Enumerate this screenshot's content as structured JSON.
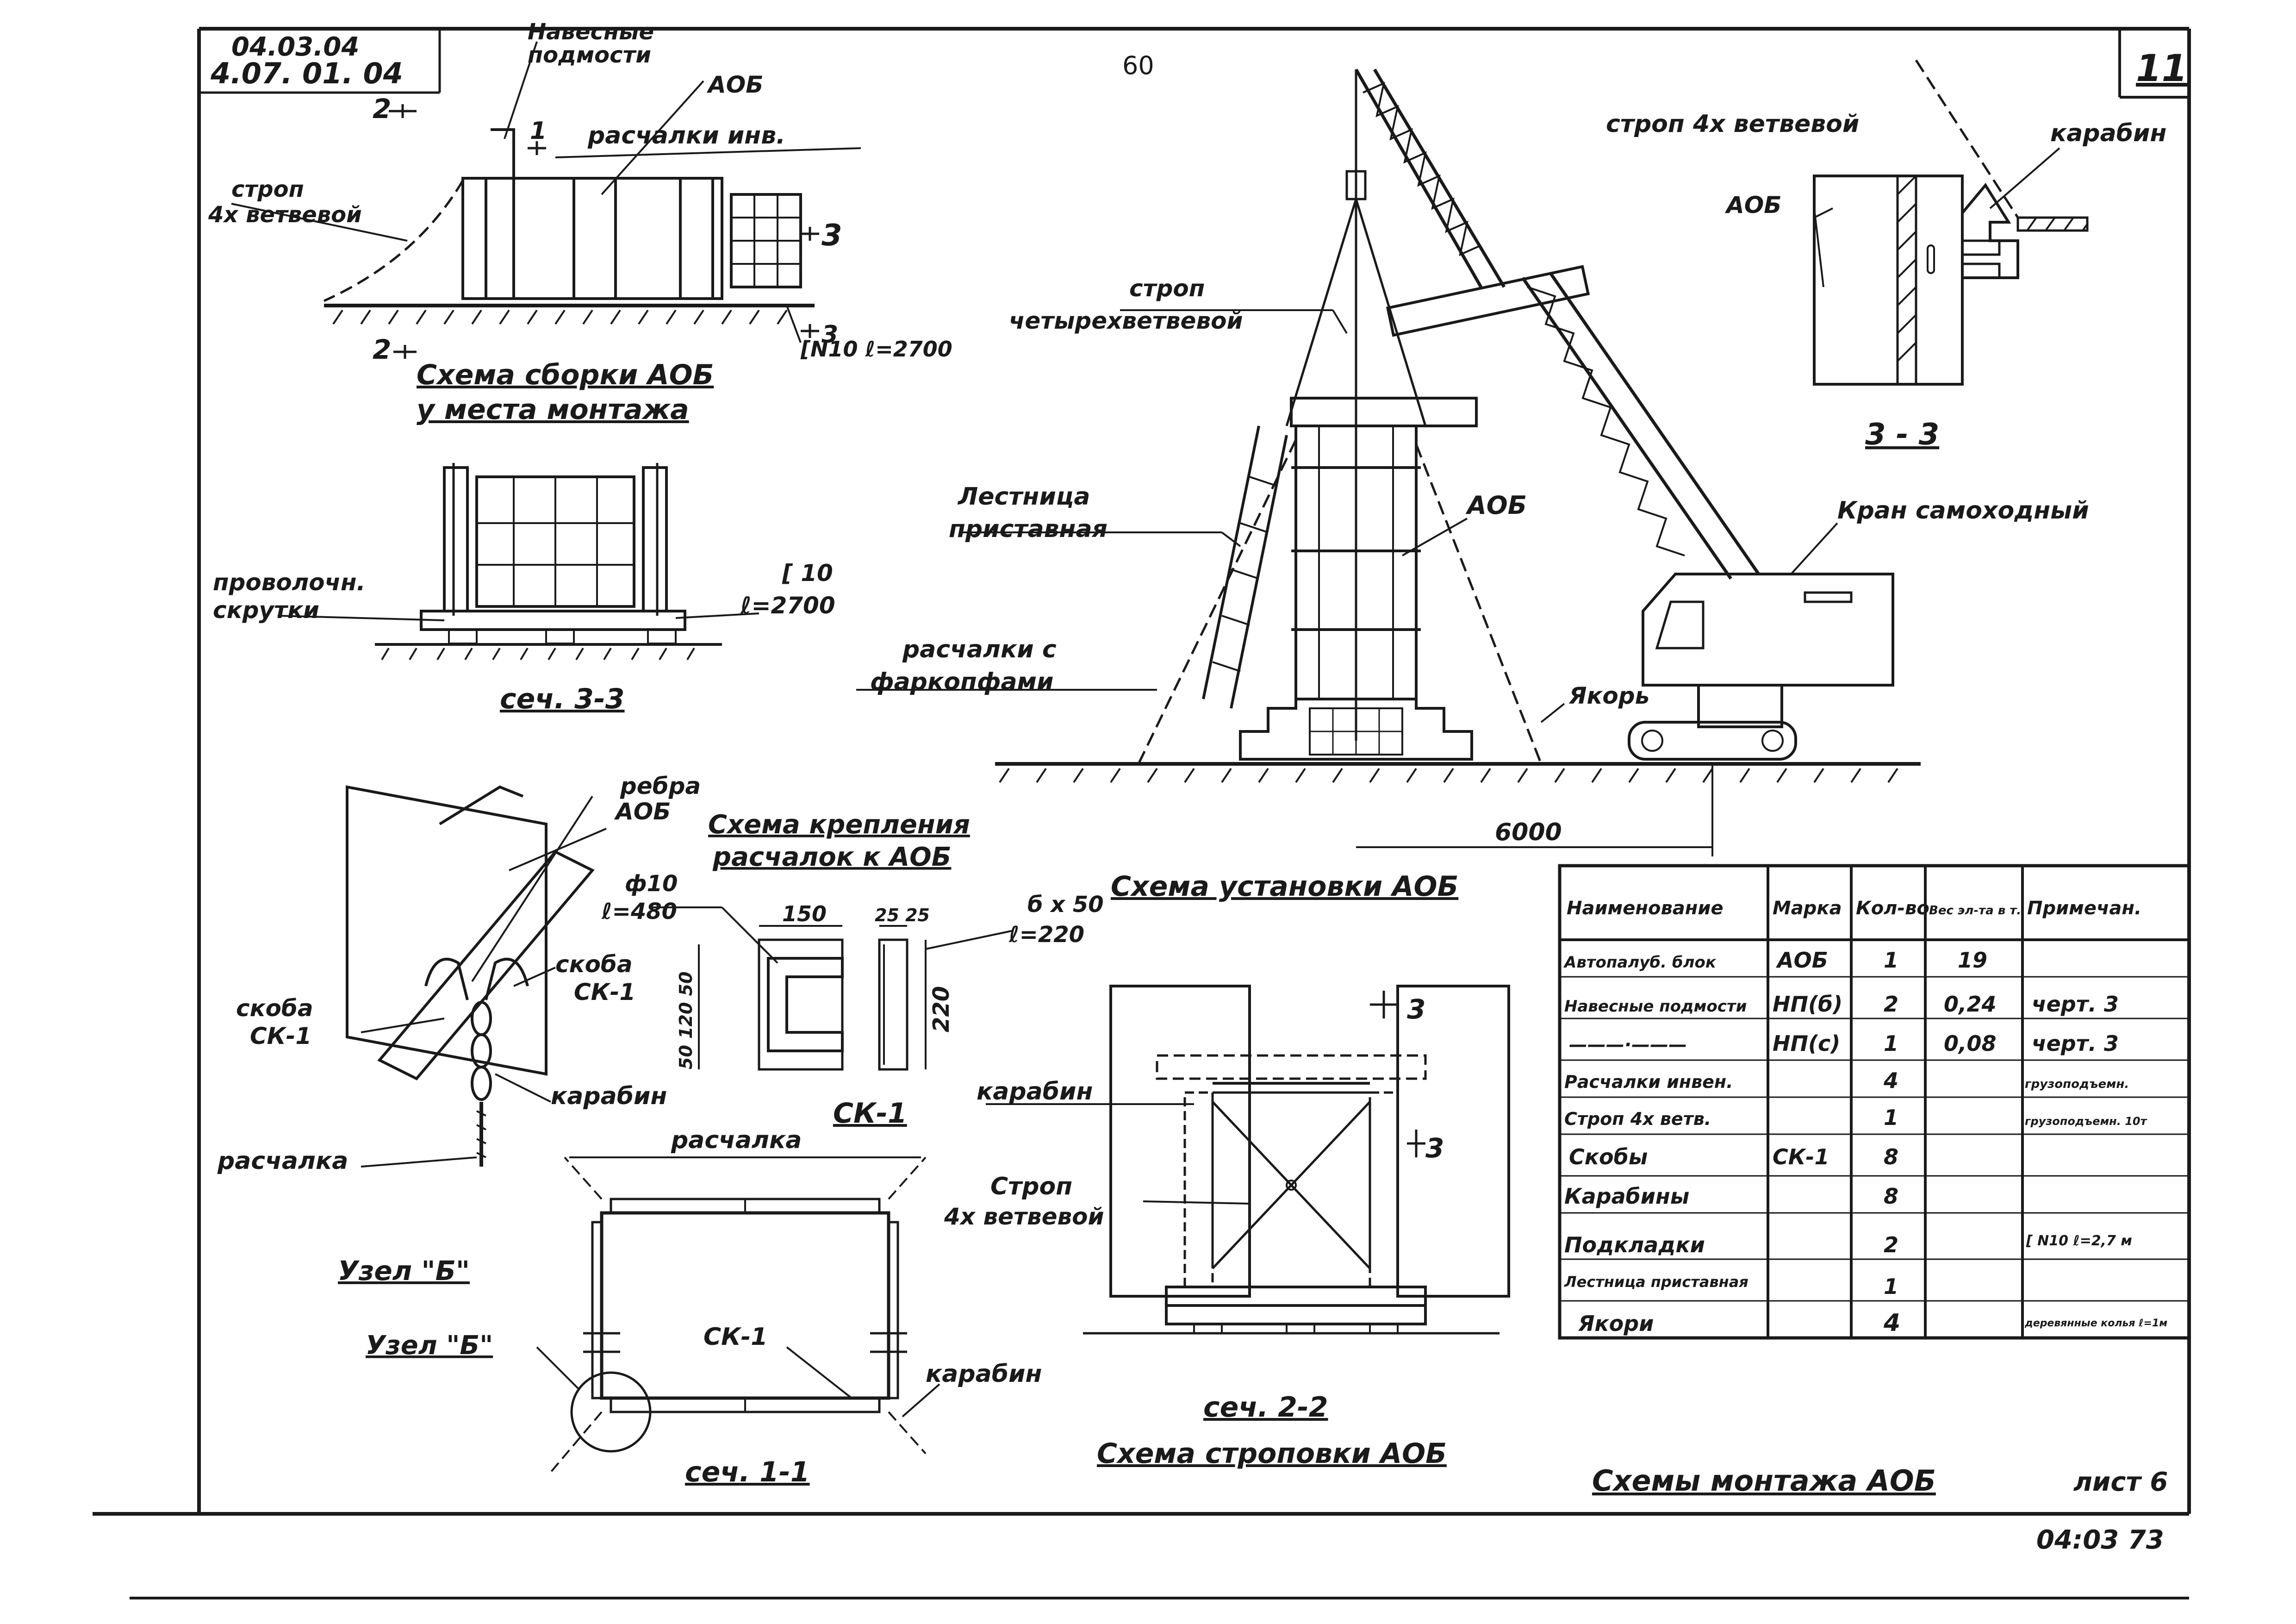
{
  "header": {
    "code_line1": "04.03.04",
    "code_line2": "4.07. 01. 04",
    "page_number": "60",
    "sheet_number": "11"
  },
  "assembly": {
    "title_line1": "Схема сборки АОБ",
    "title_line2": "у места монтажа",
    "label_platforms_1": "Навесные",
    "label_platforms_2": "подмости",
    "label_aob": "АОБ",
    "label_guys": "расчалки инв.",
    "label_sling_1": "строп",
    "label_sling_2": "4х ветвевой",
    "label_channel": "[N10 ℓ=2700",
    "mark_2": "2",
    "mark_1": "1",
    "mark_3": "3"
  },
  "section33_left": {
    "title": "сеч. 3-3",
    "label_wire_1": "проволочн.",
    "label_wire_2": "скрутки",
    "label_ch_1": "[ 10",
    "label_ch_2": "ℓ=2700"
  },
  "crane": {
    "label_sling_1": "строп",
    "label_sling_2": "четырехветвевой",
    "label_ladder_1": "Лестница",
    "label_ladder_2": "приставная",
    "label_aob": "АОБ",
    "label_crane": "Кран самоходный",
    "label_guys_1": "расчалки с",
    "label_guys_2": "фаркопфами",
    "label_anchor": "Якорь",
    "dimension": "6000"
  },
  "section33_right": {
    "title": "3 - 3",
    "label_sling": "строп 4х ветвевой",
    "label_carabiner": "карабин",
    "label_aob": "АОБ"
  },
  "node_b": {
    "title": "Узел \"Б\"",
    "label_ribs_1": "ребра",
    "label_ribs_2": "АОБ",
    "label_clamp_1": "скоба",
    "label_clamp_2": "СК-1",
    "label_clamp_left_1": "скоба",
    "label_clamp_left_2": "СК-1",
    "label_carabiner": "карабин",
    "label_guy": "расчалка"
  },
  "fastening": {
    "title_line1": "Схема крепления",
    "title_line2": "расчалок к АОБ",
    "rod_1": "ф10",
    "rod_2": "ℓ=480",
    "dim_150": "150",
    "dim_2525": "25 25",
    "plate_1": "б х 50",
    "plate_2": "ℓ=220",
    "dim_220": "220",
    "dims_vert": "50 120 50",
    "title_ck": "СК-1"
  },
  "section11": {
    "title": "сеч. 1-1",
    "label_guy": "расчалка",
    "label_node": "Узел \"Б\"",
    "label_ck": "СК-1",
    "label_carabiner": "карабин"
  },
  "installation": {
    "title": "Схема установки АОБ",
    "label_carabiner": "карабин",
    "label_sling_1": "Строп",
    "label_sling_2": "4х ветвевой",
    "mark_3": "3",
    "section_title": "сеч. 2-2",
    "slinging_title": "Схема строповки АОБ"
  },
  "table": {
    "headers": [
      "Наименование",
      "Марка",
      "Кол-во",
      "Вес эл-та в т.",
      "Примечан."
    ],
    "rows": [
      [
        "Автопалуб. блок",
        "АОБ",
        "1",
        "19",
        ""
      ],
      [
        "Навесные подмости",
        "НП(б)",
        "2",
        "0,24",
        "черт. 3"
      ],
      [
        "———·———",
        "НП(с)",
        "1",
        "0,08",
        "черт. 3"
      ],
      [
        "Расчалки инвен.",
        "",
        "4",
        "",
        "грузоподъемн."
      ],
      [
        "Строп 4х ветв.",
        "",
        "1",
        "",
        "грузоподъемн. 10т"
      ],
      [
        "Скобы",
        "СК-1",
        "8",
        "",
        ""
      ],
      [
        "Карабины",
        "",
        "8",
        "",
        ""
      ],
      [
        "Подкладки",
        "",
        "2",
        "",
        "[ N10 ℓ=2,7 м"
      ],
      [
        "Лестница приставная",
        "",
        "1",
        "",
        ""
      ],
      [
        "Якори",
        "",
        "4",
        "",
        "деревянные колья ℓ=1м"
      ]
    ]
  },
  "footer": {
    "title": "Схемы монтажа АОБ",
    "sheet_label": "лист 6",
    "code": "04:03 73"
  }
}
